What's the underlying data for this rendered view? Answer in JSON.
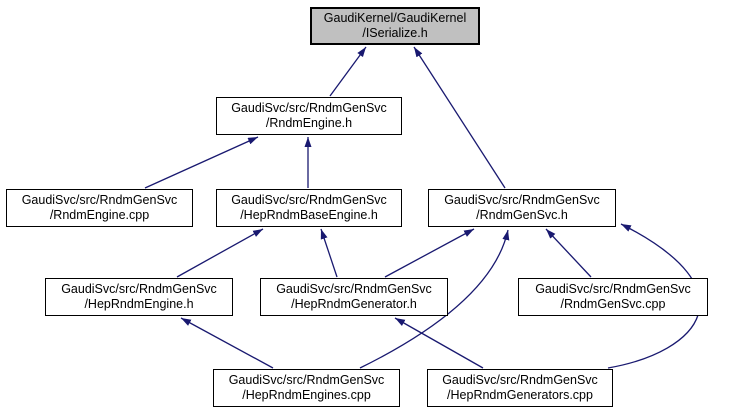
{
  "graph": {
    "kind": "include-dependency-graph",
    "colors": {
      "background": "#ffffff",
      "node_fill": "#ffffff",
      "current_node_fill": "#c0c0c0",
      "node_border": "#000000",
      "edge": "#191970",
      "text": "#000000"
    },
    "nodes": [
      {
        "id": "iserialize-h",
        "lines": [
          "GaudiKernel/GaudiKernel",
          "/ISerialize.h"
        ],
        "current": true
      },
      {
        "id": "rndmengine-h",
        "lines": [
          "GaudiSvc/src/RndmGenSvc",
          "/RndmEngine.h"
        ],
        "current": false
      },
      {
        "id": "rndmengine-cpp",
        "lines": [
          "GaudiSvc/src/RndmGenSvc",
          "/RndmEngine.cpp"
        ],
        "current": false
      },
      {
        "id": "heprndmbaseengine-h",
        "lines": [
          "GaudiSvc/src/RndmGenSvc",
          "/HepRndmBaseEngine.h"
        ],
        "current": false
      },
      {
        "id": "rndmgensvc-h",
        "lines": [
          "GaudiSvc/src/RndmGenSvc",
          "/RndmGenSvc.h"
        ],
        "current": false
      },
      {
        "id": "heprndmengine-h",
        "lines": [
          "GaudiSvc/src/RndmGenSvc",
          "/HepRndmEngine.h"
        ],
        "current": false
      },
      {
        "id": "heprndmgenerator-h",
        "lines": [
          "GaudiSvc/src/RndmGenSvc",
          "/HepRndmGenerator.h"
        ],
        "current": false
      },
      {
        "id": "rndmgensvc-cpp",
        "lines": [
          "GaudiSvc/src/RndmGenSvc",
          "/RndmGenSvc.cpp"
        ],
        "current": false
      },
      {
        "id": "heprndmengines-cpp",
        "lines": [
          "GaudiSvc/src/RndmGenSvc",
          "/HepRndmEngines.cpp"
        ],
        "current": false
      },
      {
        "id": "heprndmgenerators-cpp",
        "lines": [
          "GaudiSvc/src/RndmGenSvc",
          "/HepRndmGenerators.cpp"
        ],
        "current": false
      }
    ],
    "edges": [
      {
        "from": "RndmEngine.h",
        "to": "ISerialize.h"
      },
      {
        "from": "RndmGenSvc.h",
        "to": "ISerialize.h"
      },
      {
        "from": "RndmEngine.cpp",
        "to": "RndmEngine.h"
      },
      {
        "from": "HepRndmBaseEngine.h",
        "to": "RndmEngine.h"
      },
      {
        "from": "HepRndmEngine.h",
        "to": "HepRndmBaseEngine.h"
      },
      {
        "from": "HepRndmGenerator.h",
        "to": "HepRndmBaseEngine.h"
      },
      {
        "from": "HepRndmGenerator.h",
        "to": "RndmGenSvc.h"
      },
      {
        "from": "RndmGenSvc.cpp",
        "to": "RndmGenSvc.h"
      },
      {
        "from": "HepRndmEngines.cpp",
        "to": "RndmGenSvc.h"
      },
      {
        "from": "HepRndmEngines.cpp",
        "to": "HepRndmEngine.h"
      },
      {
        "from": "HepRndmGenerators.cpp",
        "to": "HepRndmGenerator.h"
      },
      {
        "from": "HepRndmGenerators.cpp",
        "to": "RndmGenSvc.h"
      }
    ]
  }
}
